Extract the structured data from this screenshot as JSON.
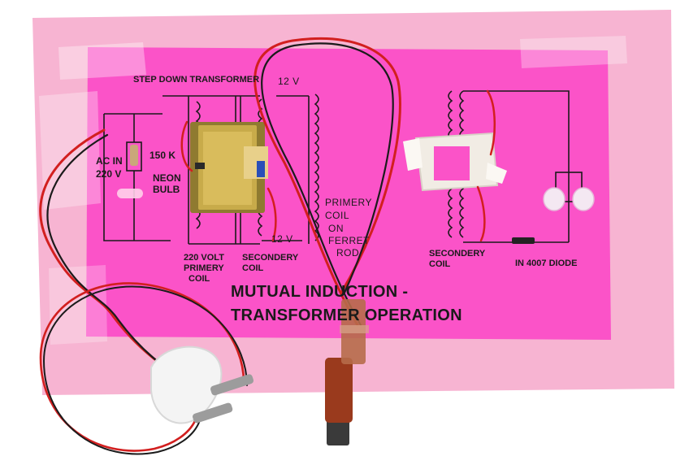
{
  "labels": {
    "step_down": "STEP DOWN TRANSFORMER",
    "twelve_v_top": "12 V",
    "ac_in": "AC IN",
    "v220": "220 V",
    "k150": "150 K",
    "neon": "NEON",
    "bulb": "BULB",
    "v220_volt": "220 VOLT",
    "primery": "PRIMERY",
    "coil_frag": "COIL",
    "secondery_1": "SECONDERY",
    "coil_1": "COIL",
    "twelve_v_bottom": "12 V",
    "primery_coil": "PRIMERY",
    "coil_2": "COIL",
    "on": "ON",
    "ferret": "FERRET",
    "rod": "ROD",
    "secondery_2": "SECONDERY",
    "coil_3": "COIL",
    "diode": "IN 4007 DIODE",
    "title_line1": "MUTUAL INDUCTION -",
    "title_line2": "TRANSFORMER OPERATION"
  },
  "colors": {
    "backboard": "#f7b4d2",
    "sheet": "#fb53c8",
    "ink": "#1a1a1a",
    "wire_red": "#d21f1f",
    "wire_black": "#1b1b1b",
    "transformer": "#b79a3c",
    "copper": "#9a3a1d",
    "plug": "#f4f4f4"
  }
}
